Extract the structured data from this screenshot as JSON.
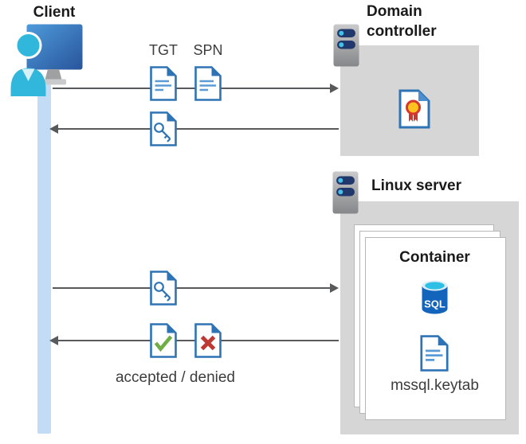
{
  "client": {
    "label": "Client"
  },
  "flow": {
    "tgt_label": "TGT",
    "spn_label": "SPN",
    "result_label": "accepted / denied"
  },
  "domain_controller": {
    "label": "Domain controller"
  },
  "linux_server": {
    "label": "Linux server"
  },
  "container": {
    "label": "Container",
    "sql_badge": "SQL",
    "keytab_label": "mssql.keytab"
  },
  "colors": {
    "doc_border_blue": "#2E74B5",
    "doc_line_blue": "#5B9BD5",
    "lifeline_blue": "#C3DCF5",
    "box_gray": "#D6D6D6",
    "arrow_gray": "#58595B",
    "accepted_green": "#6FAE46",
    "denied_red": "#BC3A32",
    "sql_body_blue": "#1365BB",
    "sql_top_cyan": "#2FBFE5",
    "person_cyan": "#32B7DC",
    "server_bar_navy": "#20386B",
    "cert_badge_yellow": "#FFC21E",
    "cert_badge_red": "#D8382C"
  }
}
